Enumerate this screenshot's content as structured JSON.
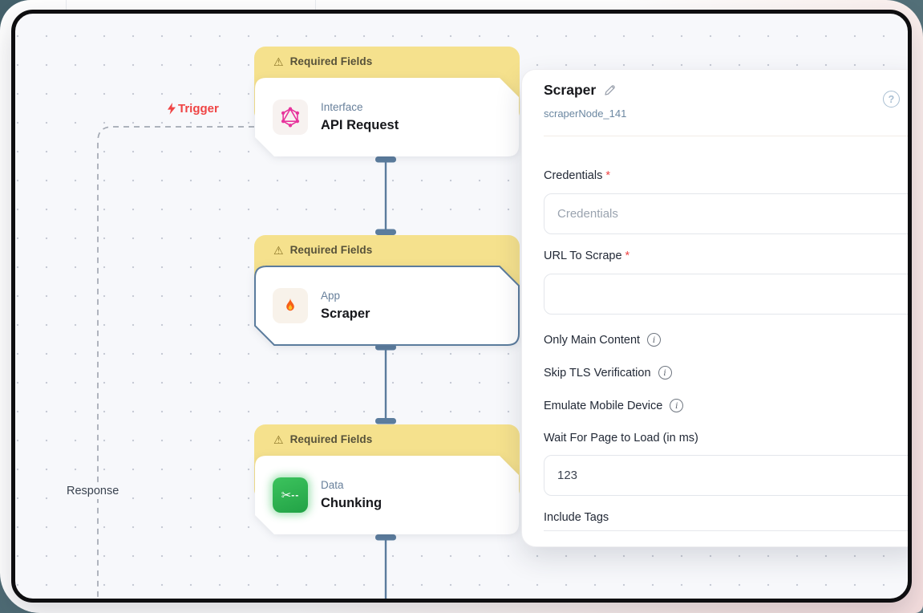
{
  "canvas": {
    "trigger_label": "Trigger",
    "response_label": "Response"
  },
  "nodes": [
    {
      "banner": "Required Fields",
      "warn_icon": "⚠",
      "category": "Interface",
      "title": "API Request",
      "icon": "graphql-icon",
      "selected": false
    },
    {
      "banner": "Required Fields",
      "warn_icon": "⚠",
      "category": "App",
      "title": "Scraper",
      "icon": "flame-icon",
      "selected": true
    },
    {
      "banner": "Required Fields",
      "warn_icon": "⚠",
      "category": "Data",
      "title": "Chunking",
      "icon": "scissors-icon",
      "selected": false
    }
  ],
  "chunking_icon": {
    "scissors": "✂",
    "dashes": "--"
  },
  "panel": {
    "title": "Scraper",
    "node_id": "scraperNode_141",
    "help_glyph": "?",
    "credentials": {
      "label": "Credentials",
      "required_mark": "*",
      "placeholder": "Credentials"
    },
    "url": {
      "label": "URL To Scrape",
      "required_mark": "*",
      "value": ""
    },
    "toggles": [
      {
        "label": "Only Main Content"
      },
      {
        "label": "Skip TLS Verification"
      },
      {
        "label": "Emulate Mobile Device"
      }
    ],
    "wait": {
      "label": "Wait For Page to Load (in ms)",
      "value": "123"
    },
    "include_tags": {
      "label": "Include Tags"
    },
    "info_glyph": "i"
  },
  "colors": {
    "banner_yellow": "#f5e18d",
    "trigger_red": "#ef4444",
    "connector_slate": "#5b7c9d",
    "selected_border": "#5b7c9d",
    "chunking_green": "#2fb24c",
    "graphql_pink": "#e7349c",
    "flame_orange": "#f97316",
    "canvas_bg": "#f7f8fb"
  }
}
